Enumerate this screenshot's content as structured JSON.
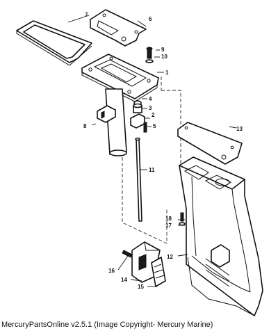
{
  "caption": "MercuryPartsOnline v2.5.1 (Image Copyright- Mercury Marine)",
  "callouts": [
    "1",
    "2",
    "3",
    "4",
    "5",
    "6",
    "7",
    "8",
    "9",
    "10",
    "11",
    "12",
    "13",
    "14",
    "15",
    "16",
    "17",
    "18"
  ],
  "colors": {
    "ink": "#111111",
    "paper": "#ffffff"
  }
}
